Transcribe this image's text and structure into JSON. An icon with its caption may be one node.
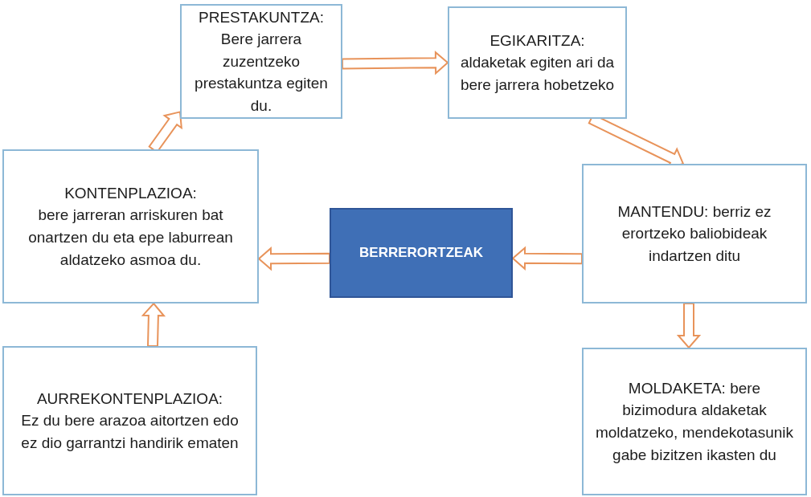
{
  "diagram": {
    "nodes": [
      {
        "text": [
          "PRESTAKUNTZA: Bere jarrera zuzentzeko prestakuntza egiten du."
        ]
      },
      {
        "text": [
          "EGIKARITZA: aldaketak egiten ari da bere jarrera  hobetzeko"
        ]
      },
      {
        "text": [
          "KONTENPLAZIOA:",
          "bere jarreran arriskuren bat onartzen du eta epe laburrean aldatzeko asmoa du."
        ]
      },
      {
        "text": [
          "BERRERORTZEAK"
        ]
      },
      {
        "text": [
          "MANTENDU: berriz ez erortzeko baliobideak indartzen ditu"
        ]
      },
      {
        "text": [
          "AURREKONTENPLAZIOA:",
          "Ez du bere arazoa aitortzen edo ez dio garrantzi handirik ematen"
        ]
      },
      {
        "text": [
          "MOLDAKETA: bere bizimodura aldaketak moldatzeko, mendekotasunik gabe bizitzen ikasten du"
        ]
      }
    ],
    "edges": [
      {
        "from": 2,
        "to": 0,
        "arrow": "to"
      },
      {
        "from": 0,
        "to": 1,
        "arrow": "to"
      },
      {
        "from": 1,
        "to": 4,
        "arrow": "to"
      },
      {
        "from": 4,
        "to": 3,
        "arrow": "to"
      },
      {
        "from": 3,
        "to": 2,
        "arrow": "to"
      },
      {
        "from": 5,
        "to": 2,
        "arrow": "to"
      },
      {
        "from": 4,
        "to": 6,
        "arrow": "to"
      }
    ]
  }
}
